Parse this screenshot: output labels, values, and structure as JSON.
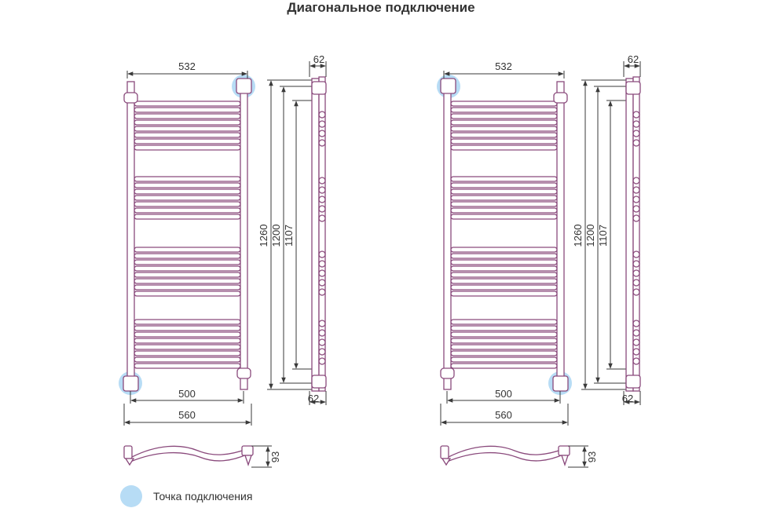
{
  "title": "Диагональное подключение",
  "colors": {
    "tube": "#8a4a7c",
    "tube_fill": "#ffffff",
    "dimension": "#3a3a3a",
    "connection_point": "#b7dcf5",
    "text": "#333333"
  },
  "icons": [
    "connection-point-icon",
    "valve-icon",
    "dimension-arrow"
  ],
  "variants": [
    {
      "width_top": "532",
      "height_total": "1260",
      "height_axis": "1200",
      "height_inner": "1107",
      "depth_top": "62",
      "depth_bottom": "62",
      "axis_distance": "500",
      "width_total": "560",
      "wall_offset": "93",
      "connection": "top-right, bottom-left"
    },
    {
      "width_top": "532",
      "height_total": "1260",
      "height_axis": "1200",
      "height_inner": "1107",
      "depth_top": "62",
      "depth_bottom": "62",
      "axis_distance": "500",
      "width_total": "560",
      "wall_offset": "93",
      "connection": "top-left, bottom-right"
    }
  ],
  "legend": {
    "label": "Точка подключения"
  }
}
